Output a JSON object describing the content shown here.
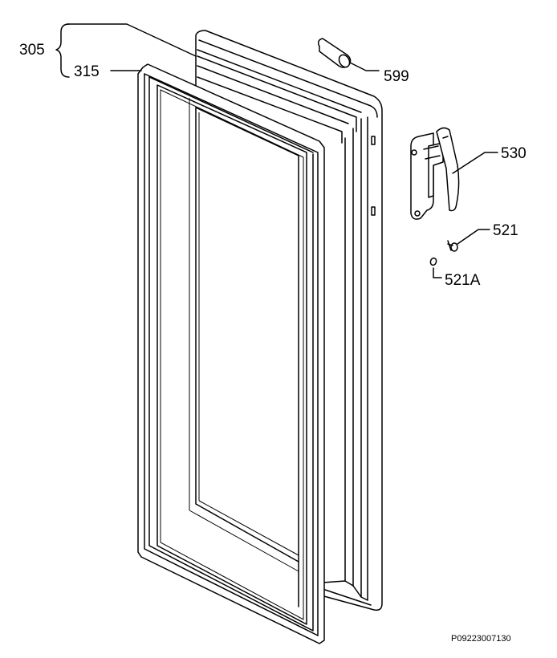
{
  "callouts": {
    "door_assembly": "305",
    "door_gasket": "315",
    "handle_cap": "599",
    "hinge": "530",
    "screw": "521",
    "washer": "521A"
  },
  "drawing_code": "P09223007130"
}
